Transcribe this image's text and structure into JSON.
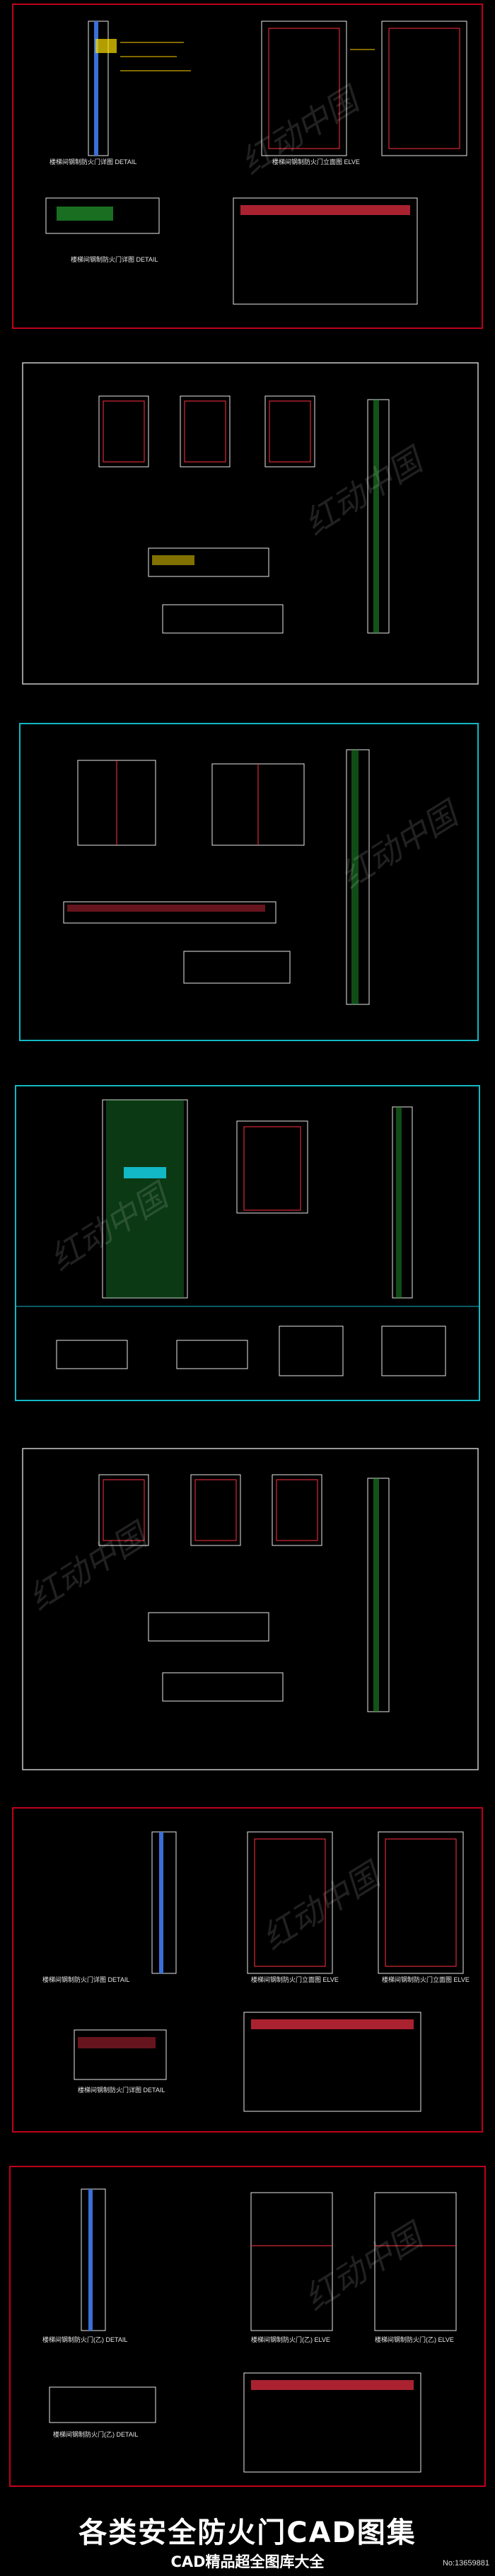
{
  "banner": {
    "title": "各类安全防火门CAD图集",
    "subtitle": "CAD精品超全图库大全",
    "number": "No:13659881"
  },
  "watermark": "红动中国",
  "sheets": [
    {
      "frame_color": "#c0001a",
      "labels": [
        "楼梯间钢制防火门详图  DETAIL",
        "楼梯间钢制防火门立面图  ELVE",
        "楼梯间钢制防火门详图  DETAIL"
      ]
    },
    {
      "frame_color": "#c9c9c9",
      "labels": []
    },
    {
      "frame_color": "#12b8c4",
      "labels": []
    },
    {
      "frame_color": "#12b8c4",
      "labels": []
    },
    {
      "frame_color": "#c9c9c9",
      "labels": []
    },
    {
      "frame_color": "#c0001a",
      "labels": [
        "楼梯间钢制防火门详图  DETAIL",
        "楼梯间钢制防火门立面图  ELVE",
        "楼梯间钢制防火门立面图  ELVE",
        "楼梯间钢制防火门详图  DETAIL"
      ]
    },
    {
      "frame_color": "#c0001a",
      "labels": [
        "楼梯间钢制防火门(乙)  DETAIL",
        "楼梯间钢制防火门(乙)  ELVE",
        "楼梯间钢制防火门(乙)  ELVE",
        "楼梯间钢制防火门(乙)  DETAIL"
      ]
    }
  ]
}
